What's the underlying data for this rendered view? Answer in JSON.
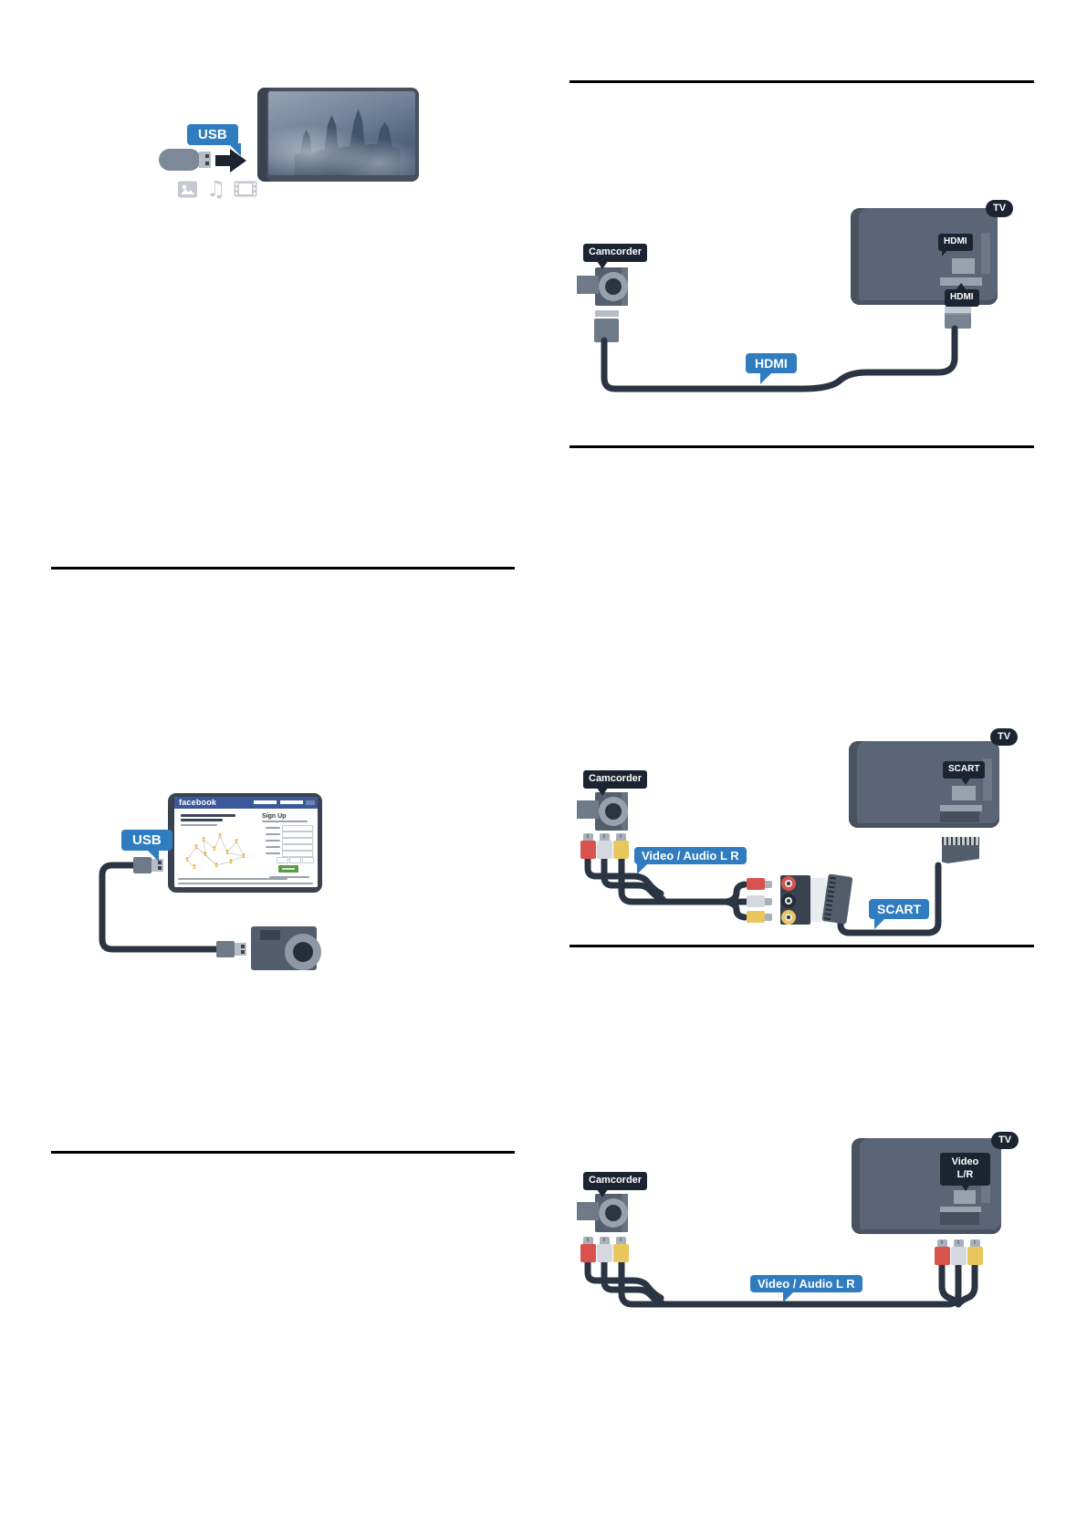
{
  "page_type": "tv-manual-connection-diagrams",
  "colors": {
    "label_dark": "#1b2430",
    "label_blue": "#2f7cc0",
    "tv_body": "#5a6577",
    "cable": "#2b3442",
    "rca_red": "#d9534e",
    "rca_white": "#d5d8de",
    "rca_yellow": "#e8c75e",
    "facebook_blue": "#3b5998",
    "signup_green": "#5b9b46"
  },
  "usb_flash_section": {
    "usb_label": "USB",
    "media_icons": [
      "photo-icon",
      "music-icon",
      "video-icon"
    ]
  },
  "camcorder_hdmi_section": {
    "camcorder_label": "Camcorder",
    "tv_badge": "TV",
    "hdmi_port_label": "HDMI",
    "hdmi_connector_label": "HDMI",
    "hdmi_cable_label": "HDMI"
  },
  "usb_camera_section": {
    "usb_label": "USB",
    "screen_brand": "facebook",
    "screen_signup": "Sign Up"
  },
  "camcorder_scart_section": {
    "camcorder_label": "Camcorder",
    "tv_badge": "TV",
    "scart_port_label": "SCART",
    "av_cable_label": "Video / Audio L R",
    "scart_cable_label": "SCART"
  },
  "camcorder_av_section": {
    "camcorder_label": "Camcorder",
    "tv_badge": "TV",
    "video_port_label_line1": "Video",
    "video_port_label_line2": "L/R",
    "av_cable_label": "Video / Audio L R"
  }
}
